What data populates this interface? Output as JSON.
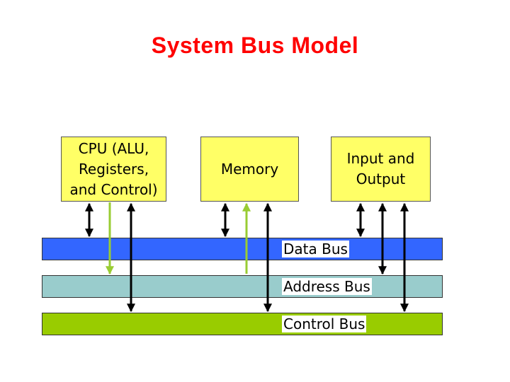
{
  "title": "System Bus Model",
  "components": {
    "cpu": "CPU (ALU,\nRegisters,\nand Control)",
    "memory": "Memory",
    "io": "Input and\nOutput"
  },
  "buses": {
    "data": "Data Bus",
    "address": "Address Bus",
    "control": "Control Bus"
  },
  "colors": {
    "title": "#ff0000",
    "component_fill": "#ffff66",
    "data_bus": "#3366ff",
    "address_bus": "#99cccc",
    "control_bus": "#99cc00",
    "address_arrow": "#99cc33",
    "bidirectional_arrow": "#000000"
  }
}
